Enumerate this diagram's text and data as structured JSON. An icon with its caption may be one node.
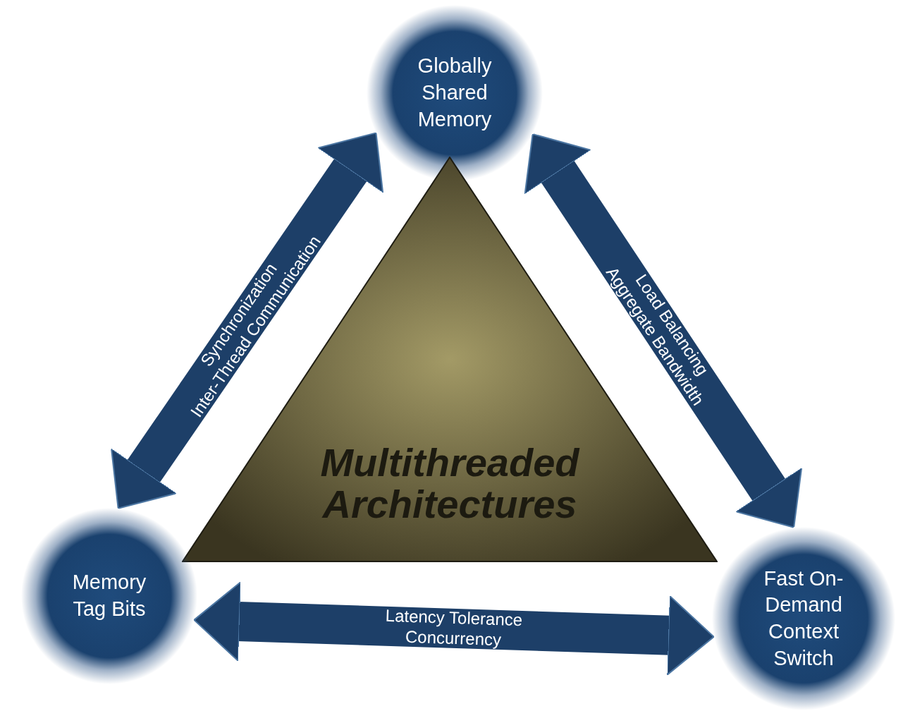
{
  "diagram": {
    "nodes": [
      {
        "text": [
          "Globally Shared Memory"
        ]
      },
      {
        "text": [
          "Multithreaded Architectures"
        ]
      },
      {
        "text": [
          "Memory Tag Bits"
        ]
      },
      {
        "text": [
          "Fast On-Demand Context Switch"
        ]
      }
    ],
    "edges": [
      {
        "from": 0,
        "to": 2,
        "arrow": "both",
        "label": "Synchronization Inter-Thread Communication"
      },
      {
        "from": 0,
        "to": 3,
        "arrow": "both",
        "label": "Load Balancing Aggregate Bandwidth"
      },
      {
        "from": 2,
        "to": 3,
        "arrow": "both",
        "label": "Latency Tolerance Concurrency"
      }
    ]
  }
}
